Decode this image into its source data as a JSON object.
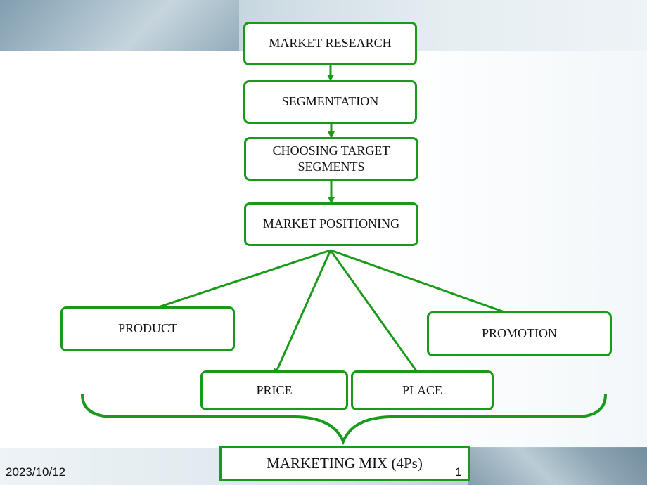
{
  "diagram": {
    "nodes": {
      "market_research": "MARKET RESEARCH",
      "segmentation": "SEGMENTATION",
      "choosing_target_line1": "CHOOSING TARGET",
      "choosing_target_line2": "SEGMENTS",
      "market_positioning": "MARKET POSITIONING",
      "product": "PRODUCT",
      "price": "PRICE",
      "place": "PLACE",
      "promotion": "PROMOTION"
    },
    "marketing_mix": "MARKETING MIX (4Ps)",
    "edges": [
      [
        "MARKET RESEARCH",
        "SEGMENTATION"
      ],
      [
        "SEGMENTATION",
        "CHOOSING TARGET SEGMENTS"
      ],
      [
        "CHOOSING TARGET SEGMENTS",
        "MARKET POSITIONING"
      ],
      [
        "MARKET POSITIONING",
        "PRODUCT"
      ],
      [
        "MARKET POSITIONING",
        "PRICE"
      ],
      [
        "MARKET POSITIONING",
        "PLACE"
      ],
      [
        "MARKET POSITIONING",
        "PROMOTION"
      ]
    ]
  },
  "colors": {
    "accent_green": "#1a9a1a",
    "background_blue": "#8fa9b8"
  },
  "footer": {
    "date": "2023/10/12",
    "page_number": "1"
  }
}
